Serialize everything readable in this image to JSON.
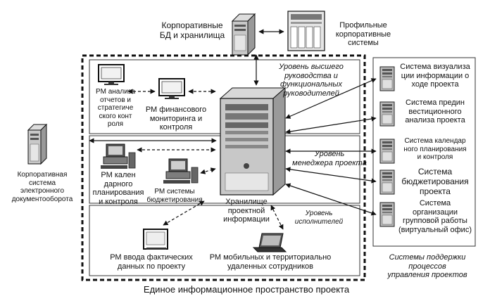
{
  "title": "Единое информационное пространство проекта",
  "external": {
    "corporate_db": "Корпоративные\nБД и хранилища",
    "profile_systems": "Профильные\nкорпоративные\nсистемы",
    "edms": "Корпоративная\nсистема\nэлектронного\nдокументооборота"
  },
  "levels": {
    "top": "Уровень высшего\nруководства и\nфункциональных\nруководителей",
    "manager": "Уровень\nменеджера проекта",
    "performers": "Уровень\nисполнителей"
  },
  "central": "Хранилище\nпроектной\nинформации",
  "workstations": {
    "strategy": "РМ анализа\nотчетов и\nстратегиче\nского конт\nроля",
    "finance": "РМ финансового\nмониторинга и\nконтроля",
    "calendar": "РМ кален\nдарного\nпланирования\nи контроля",
    "budget": "РМ системы\nбюджетирования",
    "actuals": "РМ ввода фактических\nданных по проекту",
    "mobile": "РМ мобильных и территориально\nудаленных сотрудников"
  },
  "support_systems": {
    "title": "Системы поддержки\nпроцессов\nуправления проектов",
    "items": [
      "Система визуализа\nции информации о\nходе проекта",
      "Система предин\nвестиционного\nанализа проекта",
      "Система календар\nного планирования\nи контроля",
      "Система\nбюджетирования\nпроекта",
      "Система\nорганизации\nгрупповой работы\n(виртуальный офис)"
    ]
  }
}
